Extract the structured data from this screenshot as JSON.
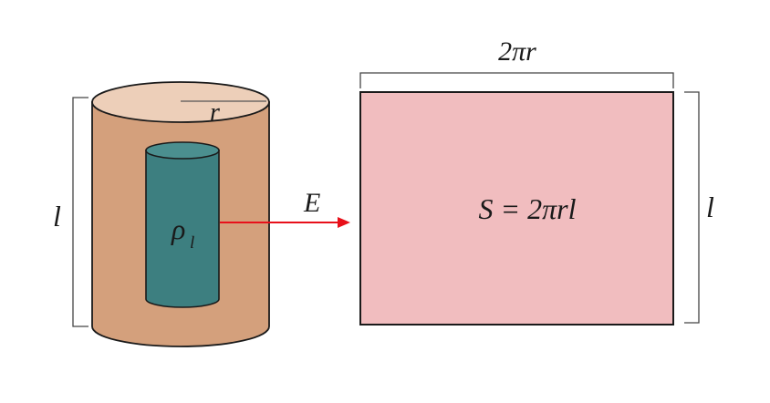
{
  "cylinder": {
    "height_label": "l",
    "radius_label": "r",
    "charge_density_symbol": "ρ",
    "charge_density_subscript": "l",
    "colors": {
      "outer_body": "#d4a07c",
      "outer_top": "#edcfb9",
      "inner_body": "#3d7f80",
      "inner_top": "#4b8f8f",
      "outline": "#1a1a1a"
    }
  },
  "field": {
    "label": "E",
    "arrow_color": "#e8101a"
  },
  "surface": {
    "width_label": "2πr",
    "height_label": "l",
    "area_formula": "S = 2πrl",
    "fill_color": "#f1bdbf",
    "outline_color": "#1a1a1a"
  }
}
